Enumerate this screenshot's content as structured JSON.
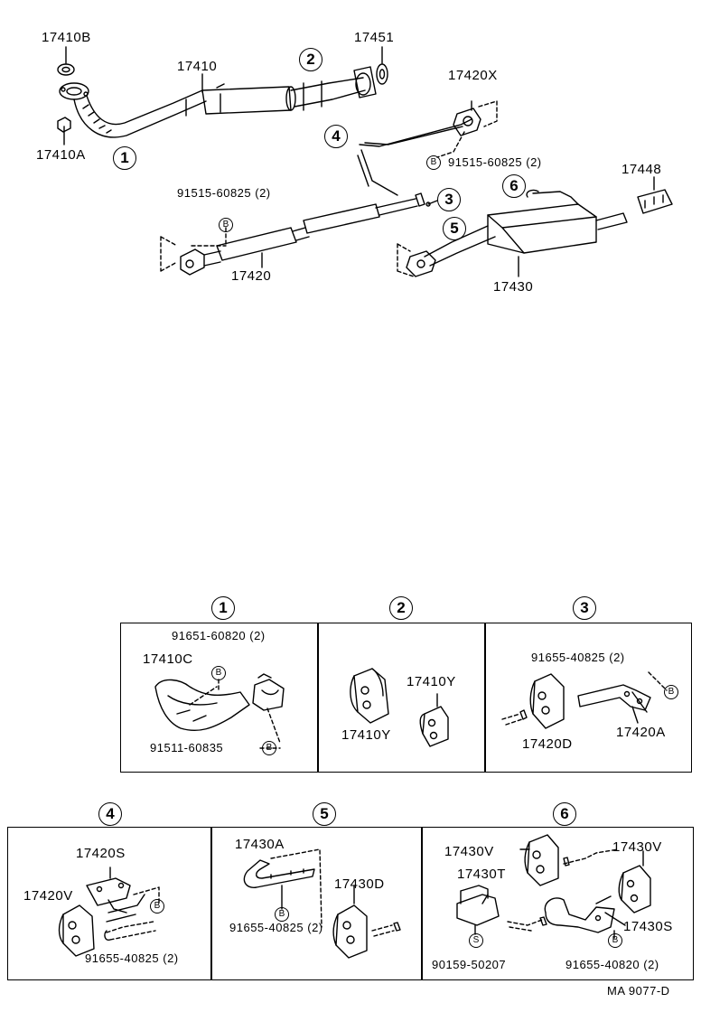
{
  "code": "MA 9077-D",
  "main_labels": {
    "p17410B": "17410B",
    "p17410": "17410",
    "p17410A": "17410A",
    "p17451": "17451",
    "p17420X": "17420X",
    "bolt_top": "91515-60825 (2)",
    "bolt_left": "91515-60825 (2)",
    "p17448": "17448",
    "p17420": "17420",
    "p17430": "17430"
  },
  "callouts": [
    "1",
    "2",
    "3",
    "4",
    "5",
    "6"
  ],
  "badge_b": "B",
  "badge_s": "S",
  "panels": {
    "p1": {
      "label": "1",
      "part_a": "91651-60820 (2)",
      "part_b": "17410C",
      "part_c": "91511-60835"
    },
    "p2": {
      "label": "2",
      "part_a": "17410Y",
      "part_b": "17410Y"
    },
    "p3": {
      "label": "3",
      "part_a": "91655-40825 (2)",
      "part_b": "17420D",
      "part_c": "17420A"
    },
    "p4": {
      "label": "4",
      "part_a": "17420S",
      "part_b": "17420V",
      "part_c": "91655-40825 (2)"
    },
    "p5": {
      "label": "5",
      "part_a": "17430A",
      "part_b": "17430D",
      "part_c": "91655-40825 (2)"
    },
    "p6": {
      "label": "6",
      "part_a": "17430V",
      "part_b": "17430V",
      "part_c": "17430T",
      "part_d": "17430S",
      "part_e": "90159-50207",
      "part_f": "91655-40820 (2)"
    }
  }
}
